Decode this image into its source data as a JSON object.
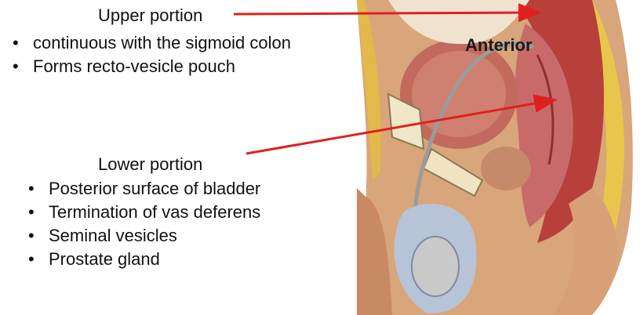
{
  "upper": {
    "heading": "Upper portion",
    "bullets": [
      "continuous with the sigmoid colon",
      "Forms recto-vesicle pouch"
    ]
  },
  "lower": {
    "heading": "Lower portion",
    "bullets": [
      "Posterior surface of bladder",
      "Termination of vas deferens",
      "Seminal vesicles",
      "Prostate gland"
    ]
  },
  "illustration": {
    "label": "Anterior"
  },
  "colors": {
    "arrow": "#e0201e",
    "text": "#111111"
  },
  "bullet_glyph": "•"
}
